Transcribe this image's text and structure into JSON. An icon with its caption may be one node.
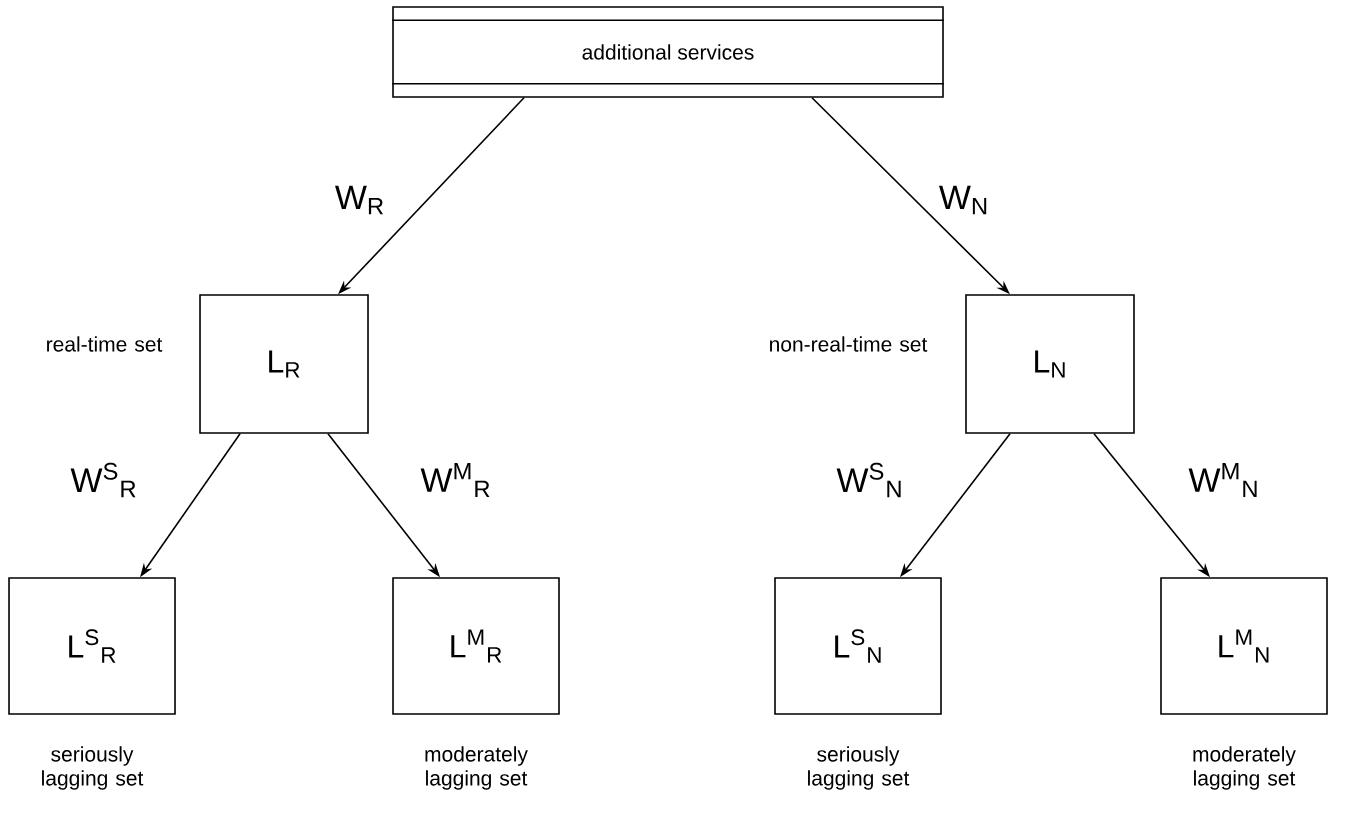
{
  "diagram": {
    "nodes": [
      {
        "text": [
          "additional services"
        ]
      },
      {
        "text": [
          "L$_{R}$"
        ],
        "beside": [
          "real-time set"
        ]
      },
      {
        "text": [
          "L$_{N}$"
        ],
        "beside": [
          "non-real-time set"
        ]
      },
      {
        "text": [
          "L$^{S}$$_{R}$"
        ],
        "beside": [
          "seriously lagging set"
        ]
      },
      {
        "text": [
          "L$^{M}$$_{R}$"
        ],
        "beside": [
          "moderately lagging set"
        ]
      },
      {
        "text": [
          "L$^{S}$$_{N}$"
        ],
        "beside": [
          "seriously lagging set"
        ]
      },
      {
        "text": [
          "L$^{M}$$_{N}$"
        ],
        "beside": [
          "moderately lagging set"
        ]
      }
    ],
    "edges": [
      {
        "from": 0,
        "to": 1,
        "arrow": "to",
        "label": "W$_{R}$"
      },
      {
        "from": 0,
        "to": 2,
        "arrow": "to",
        "label": "W$_{N}$"
      },
      {
        "from": 1,
        "to": 3,
        "arrow": "to",
        "label": "W$^{S}$$_{R}$"
      },
      {
        "from": 1,
        "to": 4,
        "arrow": "to",
        "label": "W$^{M}$$_{R}$"
      },
      {
        "from": 2,
        "to": 5,
        "arrow": "to",
        "label": "W$^{S}$$_{N}$"
      },
      {
        "from": 2,
        "to": 6,
        "arrow": "to",
        "label": "W$^{M}$$_{N}$"
      }
    ]
  }
}
